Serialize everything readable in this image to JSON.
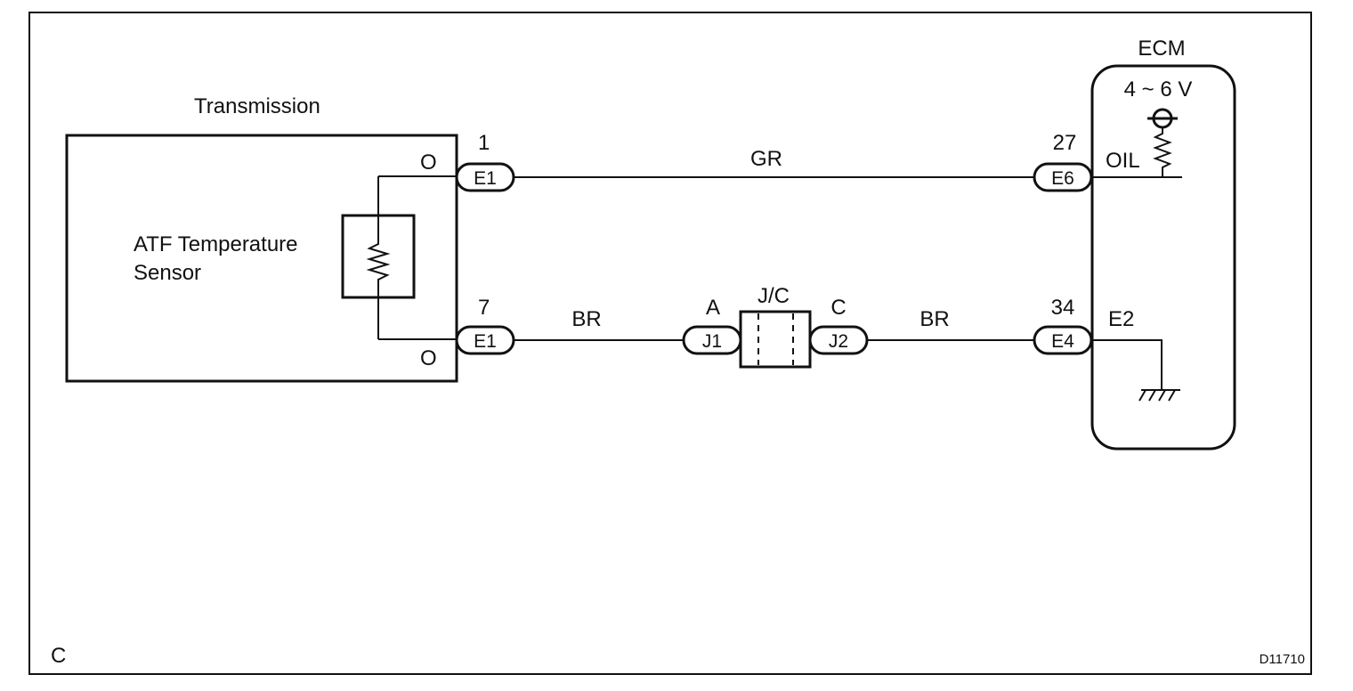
{
  "labels": {
    "transmission": "Transmission",
    "sensor_line1": "ATF Temperature",
    "sensor_line2": "Sensor",
    "ecm": "ECM",
    "voltage": "4 ~ 6 V",
    "oil": "OIL",
    "e2": "E2",
    "jc": "J/C",
    "corner_left": "C",
    "figure_code": "D11710"
  },
  "wires": {
    "top_color": "GR",
    "bottom_left_color": "BR",
    "bottom_right_color": "BR"
  },
  "pins": {
    "trans_top_terminal": "O",
    "trans_bottom_terminal": "O",
    "top_left_pin": "1",
    "bottom_left_pin": "7",
    "top_right_pin": "27",
    "bottom_right_pin": "34",
    "jc_left_pin": "A",
    "jc_right_pin": "C"
  },
  "connectors": {
    "trans_top": "E1",
    "trans_bottom": "E1",
    "ecm_top": "E6",
    "ecm_bottom": "E4",
    "jc_left": "J1",
    "jc_right": "J2"
  }
}
